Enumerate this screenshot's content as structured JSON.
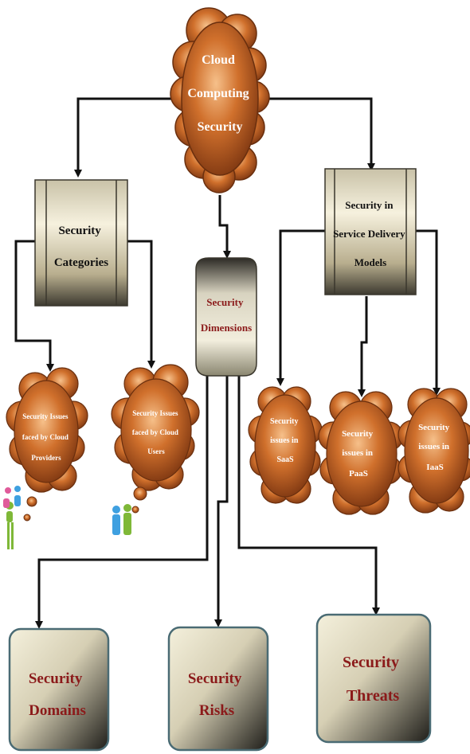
{
  "diagram": {
    "root": {
      "lines": [
        "Cloud",
        "Computing",
        "Security"
      ]
    },
    "categories": {
      "lines": [
        "Security",
        "Categories"
      ]
    },
    "dimensions": {
      "lines": [
        "Security",
        "Dimensions"
      ]
    },
    "delivery": {
      "lines": [
        "Security in",
        "Service Delivery",
        "Models"
      ]
    },
    "providers": {
      "lines": [
        "Security Issues",
        "faced by Cloud",
        "Providers"
      ]
    },
    "users": {
      "lines": [
        "Security Issues",
        "faced by Cloud",
        "Users"
      ]
    },
    "saas": {
      "lines": [
        "Security",
        "issues in",
        "SaaS"
      ]
    },
    "paas": {
      "lines": [
        "Security",
        "issues in",
        "PaaS"
      ]
    },
    "iaas": {
      "lines": [
        "Security",
        "issues in",
        "IaaS"
      ]
    },
    "domains": {
      "lines": [
        "Security",
        "Domains"
      ]
    },
    "risks": {
      "lines": [
        "Security",
        "Risks"
      ]
    },
    "threats": {
      "lines": [
        "Security",
        "Threats"
      ]
    }
  }
}
